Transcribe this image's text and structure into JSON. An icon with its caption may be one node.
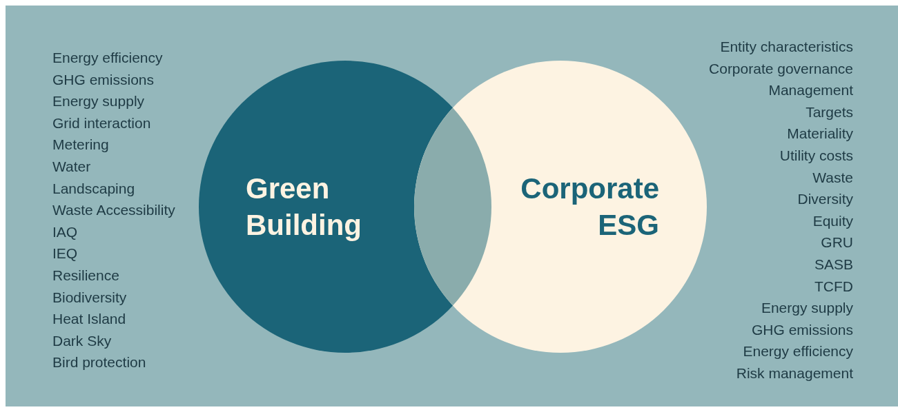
{
  "diagram": {
    "nodes": [
      {
        "text": [
          "Green Building"
        ],
        "beside": [
          "Energy efficiency",
          "GHG emissions",
          "Energy supply",
          "Grid interaction",
          "Metering",
          "Water",
          "Landscaping",
          "Waste Accessibility",
          "IAQ",
          "IEQ",
          "Resilience",
          "Biodiversity",
          "Heat Island",
          "Dark Sky",
          "Bird protection"
        ]
      },
      {
        "text": [
          "Corporate ESG"
        ],
        "beside": [
          "Entity characteristics",
          "Corporate governance",
          "Management",
          "Targets",
          "Materiality",
          "Utility costs",
          "Waste",
          "Diversity",
          "Equity",
          "GRU",
          "SASB",
          "TCFD",
          "Energy supply",
          "GHG emissions",
          "Energy efficiency",
          "Risk management"
        ]
      }
    ]
  }
}
